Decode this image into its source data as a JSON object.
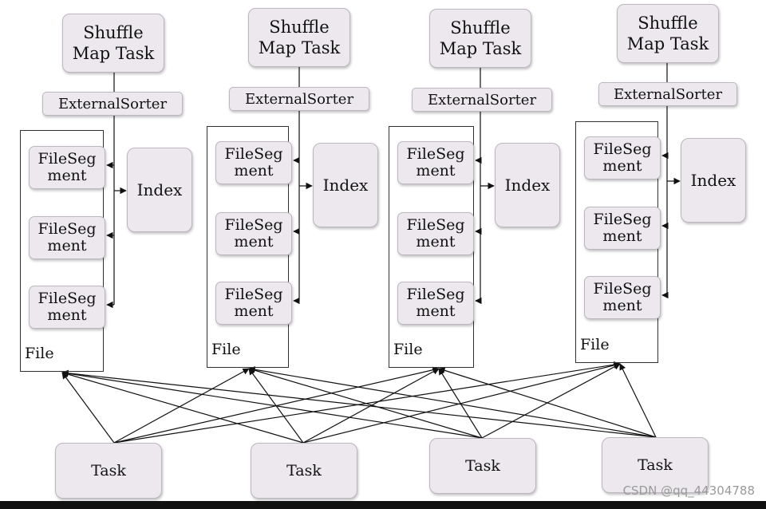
{
  "map_tasks": [
    {
      "title_line1": "Shuffle",
      "title_line2": "Map Task",
      "sorter": "ExternalSorter",
      "segments": [
        "FileSeg ment",
        "FileSeg ment",
        "FileSeg ment"
      ],
      "index": "Index",
      "file": "File"
    },
    {
      "title_line1": "Shuffle",
      "title_line2": "Map Task",
      "sorter": "ExternalSorter",
      "segments": [
        "FileSeg ment",
        "FileSeg ment",
        "FileSeg ment"
      ],
      "index": "Index",
      "file": "File"
    },
    {
      "title_line1": "Shuffle",
      "title_line2": "Map Task",
      "sorter": "ExternalSorter",
      "segments": [
        "FileSeg ment",
        "FileSeg ment",
        "FileSeg ment"
      ],
      "index": "Index",
      "file": "File"
    },
    {
      "title_line1": "Shuffle",
      "title_line2": "Map Task",
      "sorter": "ExternalSorter",
      "segments": [
        "FileSeg ment",
        "FileSeg ment",
        "FileSeg ment"
      ],
      "index": "Index",
      "file": "File"
    }
  ],
  "reduce_tasks": [
    "Task",
    "Task",
    "Task",
    "Task"
  ],
  "watermark": "CSDN @qq_44304788",
  "colors": {
    "box_fill": "#ece8ee",
    "line": "#111111"
  }
}
